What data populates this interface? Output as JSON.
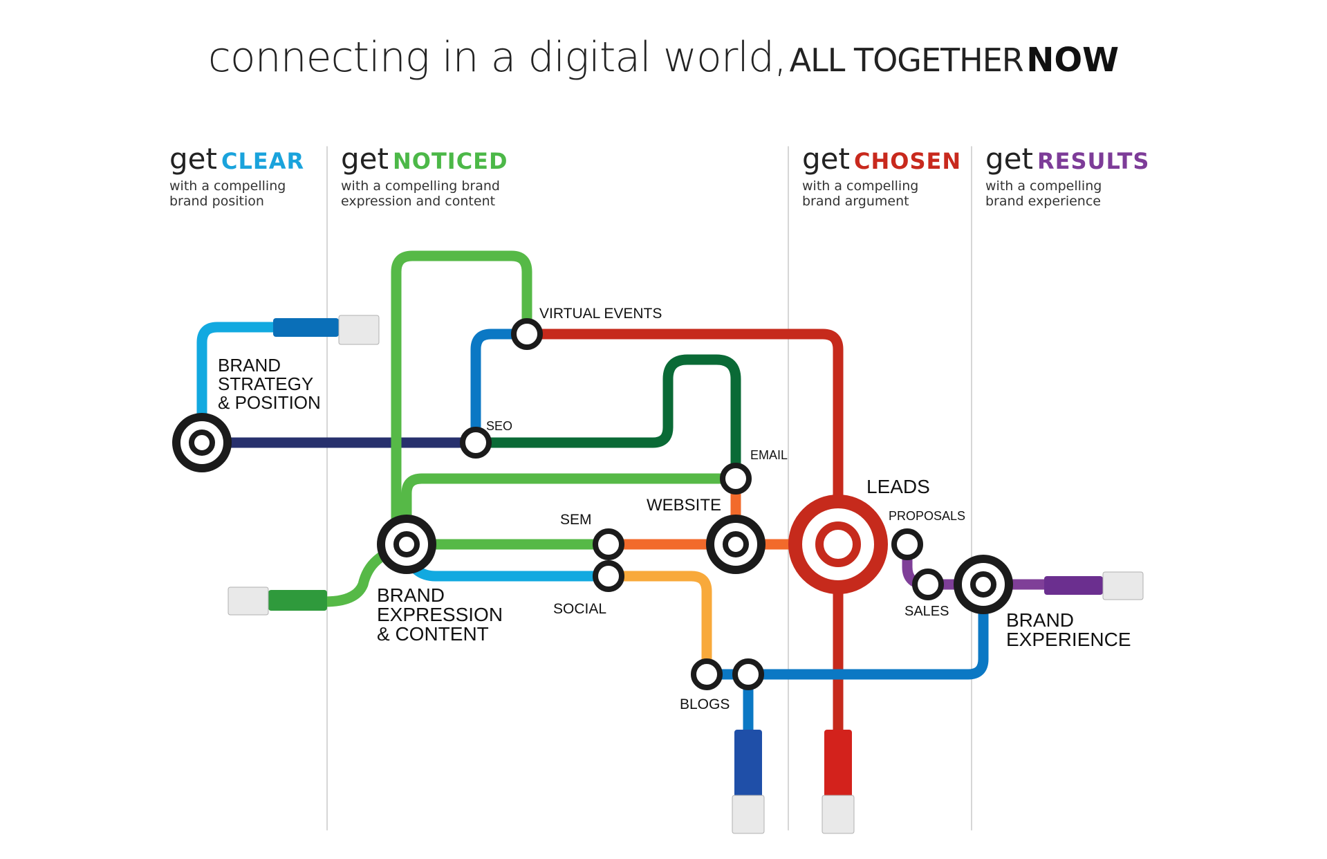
{
  "headline": {
    "part1": "connecting in a digital world,",
    "part2": "ALL TOGETHER",
    "part3": "NOW"
  },
  "columns": [
    {
      "get": "get",
      "keyword": "CLEAR",
      "color": "#1aa3dc",
      "subtitle": "with a compelling\nbrand position"
    },
    {
      "get": "get",
      "keyword": "NOTICED",
      "color": "#4cb848",
      "subtitle": "with a compelling brand\nexpression and content"
    },
    {
      "get": "get",
      "keyword": "CHOSEN",
      "color": "#c8291d",
      "subtitle": "with a compelling\nbrand argument"
    },
    {
      "get": "get",
      "keyword": "RESULTS",
      "color": "#7d3c98",
      "subtitle": "with a compelling\nbrand experience"
    }
  ],
  "stations": {
    "brand_strategy": [
      "BRAND",
      "STRATEGY",
      "& POSITION"
    ],
    "brand_expression": [
      "BRAND",
      "EXPRESSION",
      "& CONTENT"
    ],
    "brand_experience": [
      "BRAND",
      "EXPERIENCE"
    ],
    "virtual_events": "VIRTUAL EVENTS",
    "seo": "SEO",
    "email": "EMAIL",
    "website": "WEBSITE",
    "sem": "SEM",
    "social": "SOCIAL",
    "blogs": "BLOGS",
    "leads": "LEADS",
    "proposals": "PROPOSALS",
    "sales": "SALES"
  },
  "line_colors": {
    "light_blue": "#12a9e0",
    "navy": "#27306d",
    "blue": "#0b78c4",
    "light_green": "#56b947",
    "dark_green": "#0a6a36",
    "red": "#c62a1c",
    "orange": "#f26a2b",
    "amber": "#f8a93b",
    "purple": "#7f3f98",
    "station_ring": "#1b1b1b",
    "divider": "#c8c8c8"
  }
}
